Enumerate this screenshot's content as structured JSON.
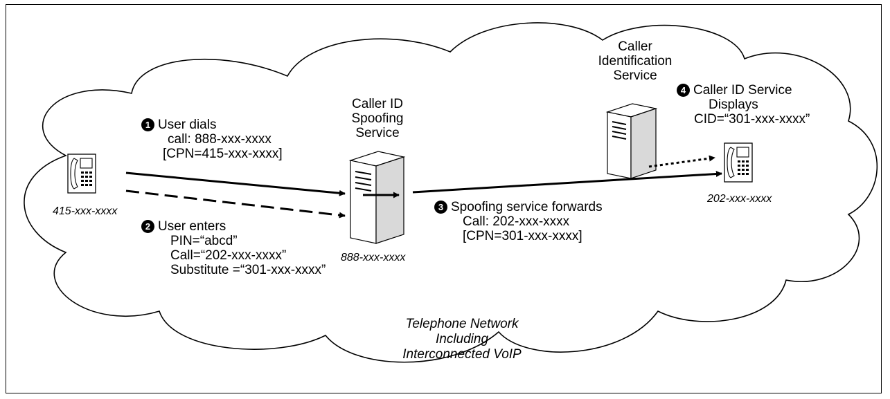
{
  "network": {
    "label_lines": [
      "Telephone Network",
      "Including",
      "Interconnected VoIP"
    ]
  },
  "phones": {
    "user": {
      "number": "415-xxx-xxxx",
      "icon": "desk-phone-icon"
    },
    "target": {
      "number": "202-xxx-xxxx",
      "icon": "desk-phone-icon"
    }
  },
  "servers": {
    "spoofing": {
      "name_lines": [
        "Caller ID",
        "Spoofing",
        "Service"
      ],
      "number": "888-xxx-xxxx",
      "icon": "server-tower-icon"
    },
    "caller_id": {
      "name_lines": [
        "Caller",
        "Identification",
        "Service"
      ],
      "icon": "server-tower-icon"
    }
  },
  "steps": [
    {
      "badge": "1",
      "title": "User dials",
      "lines": [
        "call: 888-xxx-xxxx",
        "[CPN=415-xxx-xxxx]"
      ]
    },
    {
      "badge": "2",
      "title": "User enters",
      "lines": [
        "PIN=“abcd”",
        "Call=“202-xxx-xxxx”",
        "Substitute =“301-xxx-xxxx”"
      ]
    },
    {
      "badge": "3",
      "title": "Spoofing service forwards",
      "lines": [
        "Call: 202-xxx-xxxx",
        "[CPN=301-xxx-xxxx]"
      ]
    },
    {
      "badge": "4",
      "title": "Caller ID Service",
      "lines": [
        "Displays",
        "CID=“301-xxx-xxxx”"
      ]
    }
  ]
}
